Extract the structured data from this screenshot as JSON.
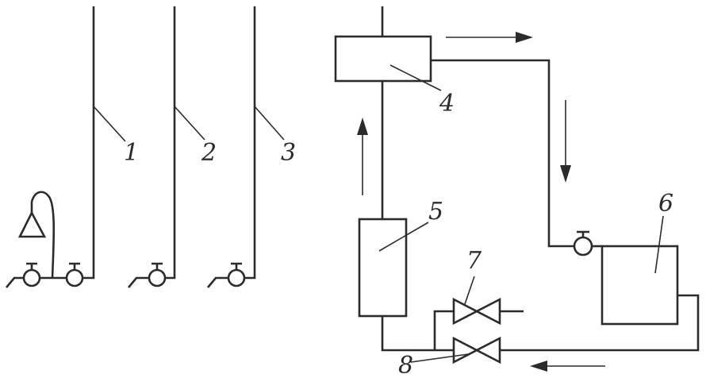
{
  "labels": {
    "l1": "1",
    "l2": "2",
    "l3": "3",
    "l4": "4",
    "l5": "5",
    "l6": "6",
    "l7": "7",
    "l8": "8"
  },
  "colors": {
    "line": "#2b2b2b",
    "background": "#ffffff"
  }
}
